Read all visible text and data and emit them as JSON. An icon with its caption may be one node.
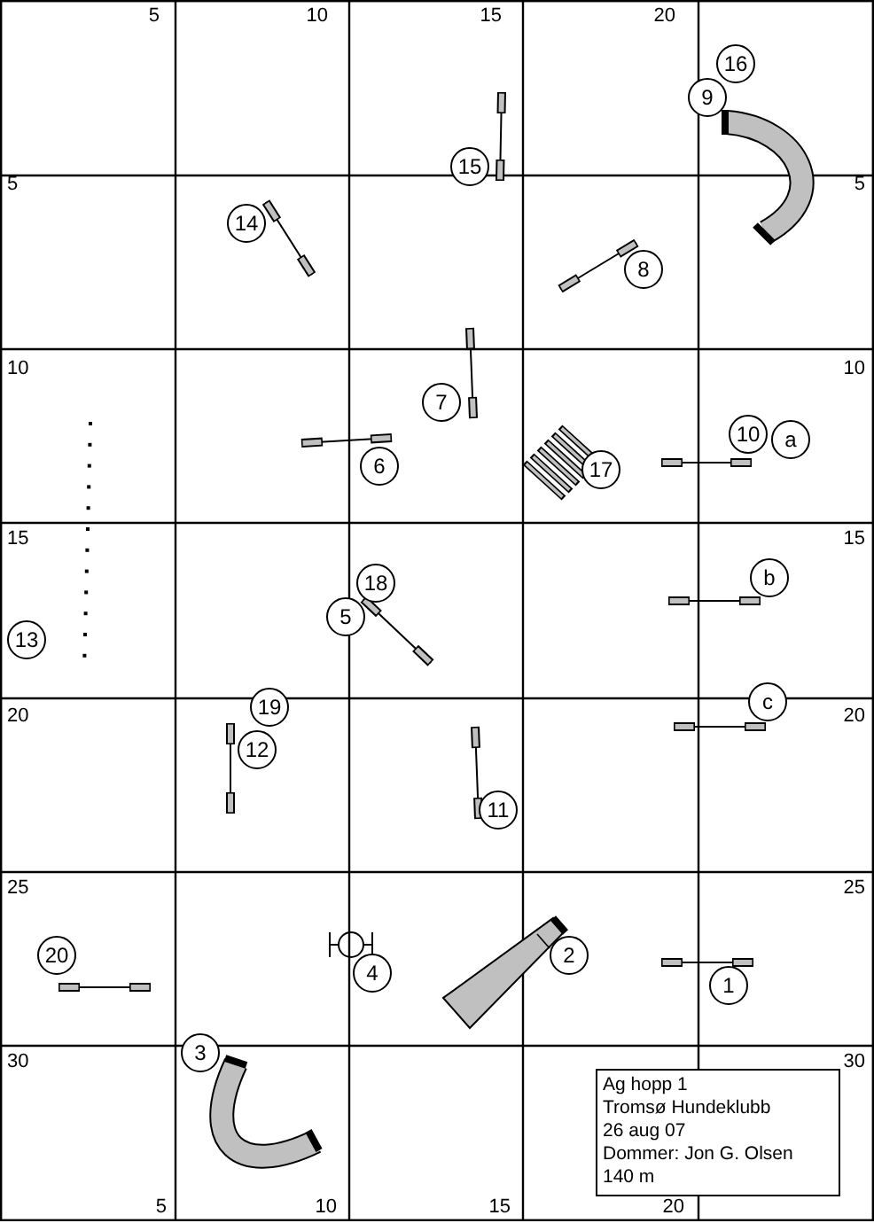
{
  "diagram": {
    "nodes": [
      {
        "text": [
          "16"
        ]
      },
      {
        "text": [
          "9"
        ]
      },
      {
        "text": [
          "15"
        ]
      },
      {
        "text": [
          "14"
        ]
      },
      {
        "text": [
          "8"
        ]
      },
      {
        "text": [
          "7"
        ]
      },
      {
        "text": [
          "10"
        ]
      },
      {
        "text": [
          "a"
        ]
      },
      {
        "text": [
          "6"
        ]
      },
      {
        "text": [
          "17"
        ]
      },
      {
        "text": [
          "b"
        ]
      },
      {
        "text": [
          "18"
        ]
      },
      {
        "text": [
          "5"
        ]
      },
      {
        "text": [
          "13"
        ]
      },
      {
        "text": [
          "c"
        ]
      },
      {
        "text": [
          "19"
        ]
      },
      {
        "text": [
          "12"
        ]
      },
      {
        "text": [
          "11"
        ]
      },
      {
        "text": [
          "20"
        ]
      },
      {
        "text": [
          "2"
        ]
      },
      {
        "text": [
          "4"
        ]
      },
      {
        "text": [
          "1"
        ]
      },
      {
        "text": [
          "3"
        ]
      },
      {
        "text": [
          "Ag hopp 1",
          "Tromsø Hundeklubb",
          "26 aug 07",
          "Dommer: Jon G. Olsen",
          "140 m"
        ]
      }
    ],
    "edges": [],
    "labels": [
      "5",
      "10",
      "15",
      "20",
      "5",
      "5",
      "10",
      "10",
      "15",
      "15",
      "20",
      "20",
      "25",
      "25",
      "30",
      "30",
      "5",
      "10",
      "15",
      "20"
    ]
  }
}
